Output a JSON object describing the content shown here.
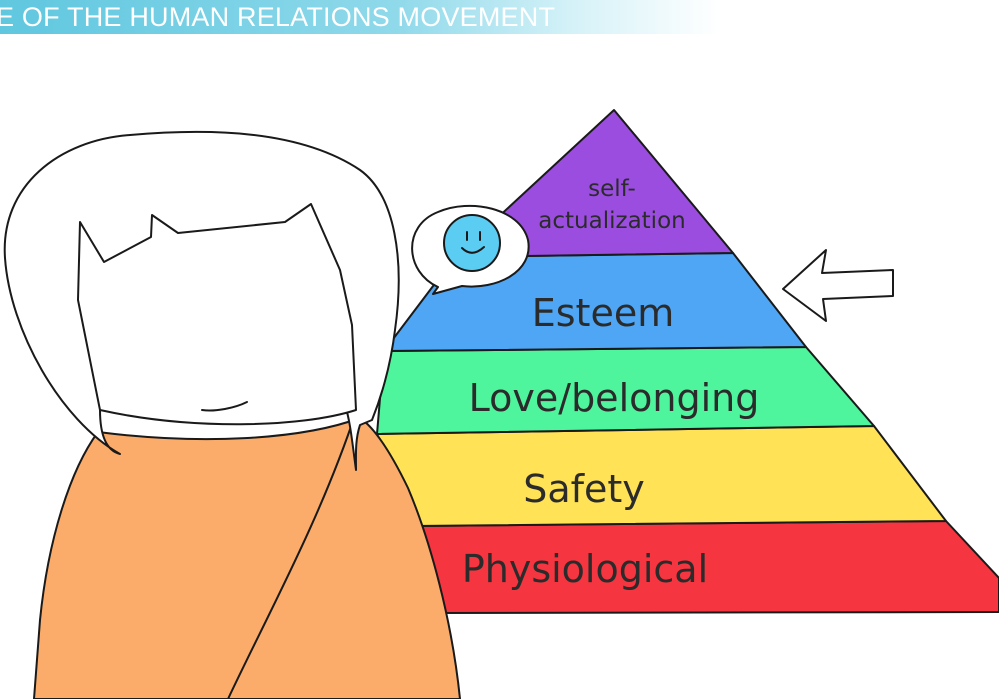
{
  "banner": {
    "title": "E OF THE HUMAN RELATIONS MOVEMENT"
  },
  "colors": {
    "banner": "#6ccbe2",
    "self_actualization": "#9b4de0",
    "esteem": "#4ea6f4",
    "love_belonging": "#4ef59c",
    "safety": "#ffe255",
    "physiological": "#f5353f",
    "robe": "#fbac6a",
    "face_bubble": "#5ccdf2"
  },
  "pyramid": {
    "tiers": [
      {
        "id": "self-actualization",
        "line1": "self-",
        "line2": "actualization"
      },
      {
        "id": "esteem",
        "label": "Esteem"
      },
      {
        "id": "love-belonging",
        "label": "Love/belonging"
      },
      {
        "id": "safety",
        "label": "Safety"
      },
      {
        "id": "physiological",
        "label": "Physiological"
      }
    ]
  },
  "icons": {
    "thought": "smiley-thought-bubble-icon",
    "arrow": "left-arrow-icon"
  }
}
